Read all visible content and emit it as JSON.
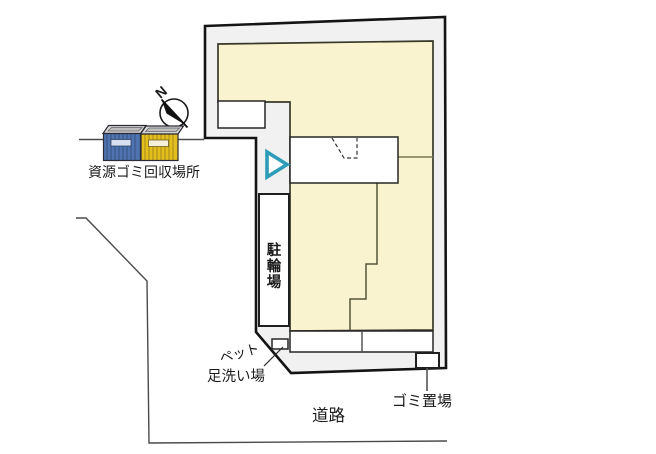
{
  "plan_title": "site-plan",
  "labels": {
    "recycle_station": "資源ゴミ回収場所",
    "bicycle_parking": "駐輪場",
    "bicycle_parking_chars": [
      "駐",
      "輪",
      "場"
    ],
    "pet_wash_line1": "ペット",
    "pet_wash_line2": "足洗い場",
    "garbage_area": "ゴミ置場",
    "road": "道路",
    "north": "N"
  },
  "colors": {
    "building_fill": "#FAF3CF",
    "site_band_fill": "#F1F1F1",
    "outline": "#141414",
    "room_divider": "#77774d",
    "entrance_marker": "#2D9CB8",
    "bin_blue": "#4E73B0",
    "bin_yellow": "#E3BE1F",
    "bin_lid": "#D9D9D9",
    "bin_slot_blue": "#D7E0F0",
    "bin_slot_yellow": "#F5EFD8"
  }
}
